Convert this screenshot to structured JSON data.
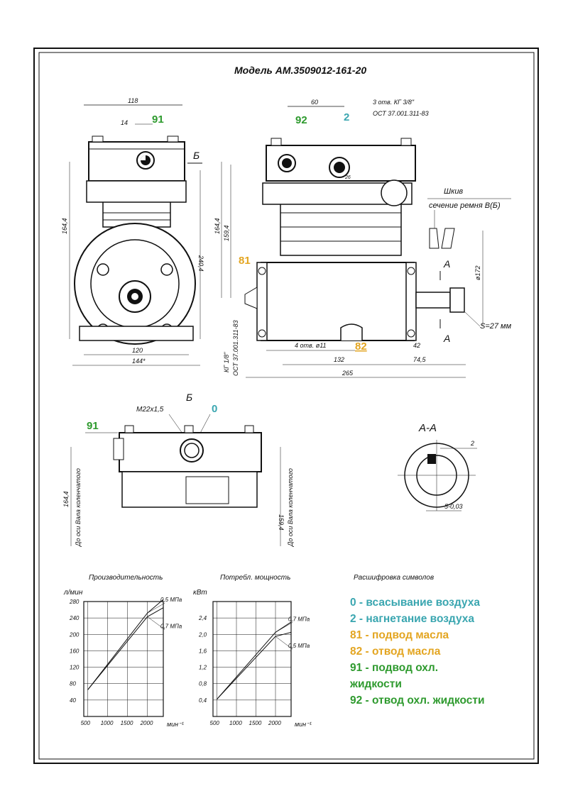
{
  "title": "Модель АМ.3509012-161-20",
  "colors": {
    "teal": "#3aa6b0",
    "orange": "#e3a521",
    "green": "#2e9a2e",
    "ink": "#111111"
  },
  "front_view": {
    "port_label": "91",
    "section_letter": "Б",
    "dims": {
      "width_top": "118",
      "offset": "14",
      "height1": "164,4",
      "height2": "240,4",
      "base_width": "120",
      "base_total": "144*"
    }
  },
  "side_view": {
    "port_labels": {
      "p92": "92",
      "p2": "2",
      "p81": "81",
      "p82": "82"
    },
    "note_line1": "3 отв. КГ 3/8\"",
    "note_line2": "ОСТ 37.001.311-83",
    "dims": {
      "top": "60",
      "small": "26",
      "h1": "164,4",
      "h2": "159,4",
      "holes": "4 отв. ø11",
      "d132": "132",
      "d265": "265",
      "d42": "42",
      "d745": "74,5",
      "dia": "ø172",
      "wrench": "S=27 мм"
    },
    "side_note1": "КГ 1/8\"",
    "side_note2": "ОСТ 37.001.311-83",
    "pulley_label": "Шкив",
    "belt_label": "сечение ремня В(Б)",
    "section_marks": [
      "А",
      "А"
    ]
  },
  "top_view": {
    "letter": "Б",
    "thread": "М22х1,5",
    "port_labels": {
      "p0": "0",
      "p91": "91"
    },
    "dim_left": "164,4",
    "dim_right": "159,4",
    "side_left": "До оси Вала коленчатого",
    "side_right": "До оси Вала коленчатого"
  },
  "section_view": {
    "title": "А-А",
    "dim_2": "2",
    "dim_5": "5-0,03"
  },
  "legend": {
    "title": "Расшифровка символов",
    "items": [
      {
        "text": "0  -  всасывание воздуха",
        "color": "#3aa6b0"
      },
      {
        "text": "2  -  нагнетание воздуха",
        "color": "#3aa6b0"
      },
      {
        "text": "81 - подвод масла",
        "color": "#e3a521"
      },
      {
        "text": "82 - отвод масла",
        "color": "#e3a521"
      },
      {
        "text": "91 - подвод охл.",
        "color": "#2e9a2e"
      },
      {
        "text": "жидкости",
        "color": "#2e9a2e"
      },
      {
        "text": "92 - отвод охл. жидкости",
        "color": "#2e9a2e"
      }
    ]
  },
  "chart_data": [
    {
      "type": "line",
      "title": "Производительность",
      "ylabel": "л/мин",
      "xlabel": "мин⁻¹",
      "x_ticks": [
        500,
        1000,
        1500,
        2000
      ],
      "y_ticks": [
        40,
        80,
        120,
        160,
        200,
        240,
        280
      ],
      "xlim": [
        400,
        2400
      ],
      "ylim": [
        0,
        280
      ],
      "series": [
        {
          "name": "0,5 МПа",
          "x": [
            500,
            2000,
            2400
          ],
          "y": [
            65,
            252,
            285
          ]
        },
        {
          "name": "0,7 МПа",
          "x": [
            500,
            2000,
            2400
          ],
          "y": [
            65,
            243,
            265
          ]
        }
      ]
    },
    {
      "type": "line",
      "title": "Потребл. мощность",
      "ylabel": "кВт",
      "xlabel": "мин⁻¹",
      "x_ticks": [
        500,
        1000,
        1500,
        2000
      ],
      "y_ticks": [
        0.4,
        0.8,
        1.2,
        1.6,
        2.0,
        2.4
      ],
      "y_tick_labels": [
        "0,4",
        "0,8",
        "1,2",
        "1,6",
        "2,0",
        "2,4"
      ],
      "xlim": [
        400,
        2400
      ],
      "ylim": [
        0,
        2.8
      ],
      "series": [
        {
          "name": "0,7 МПа",
          "x": [
            500,
            2000,
            2400
          ],
          "y": [
            0.42,
            2.05,
            2.3
          ]
        },
        {
          "name": "0,5 МПа",
          "x": [
            500,
            2000,
            2400
          ],
          "y": [
            0.42,
            1.95,
            2.05
          ]
        }
      ]
    }
  ]
}
